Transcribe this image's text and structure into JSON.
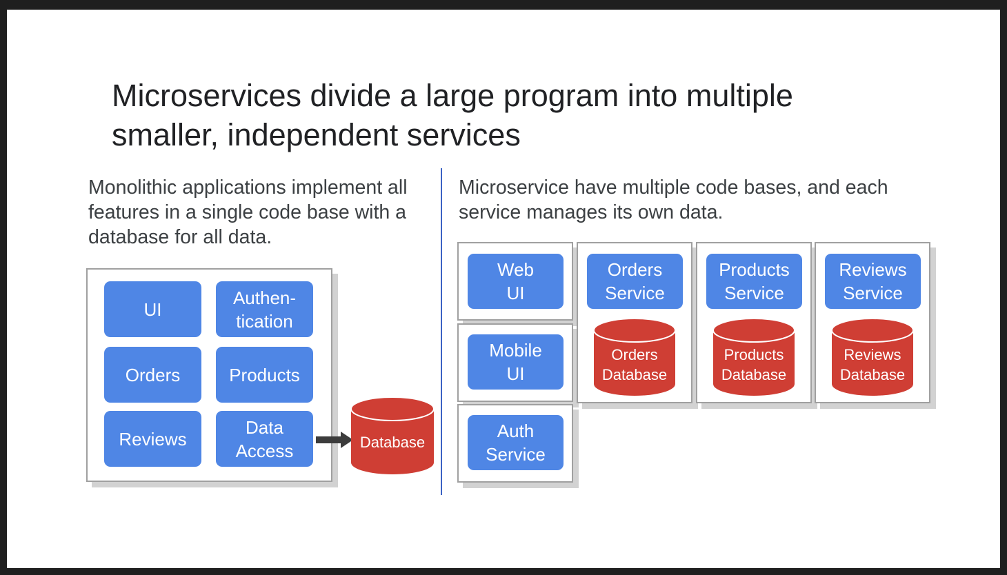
{
  "title": "Microservices divide a large program into multiple\nsmaller, independent services",
  "monolith": {
    "description": "Monolithic applications implement all features in a single code base with a database for all data.",
    "modules": [
      "UI",
      "Authen-\ntication",
      "Orders",
      "Products",
      "Reviews",
      "Data\nAccess"
    ],
    "database": "Database"
  },
  "microservices": {
    "description": "Microservice have multiple code bases, and each service manages its own data.",
    "clients": [
      "Web\nUI",
      "Mobile\nUI",
      "Auth\nService"
    ],
    "services": [
      {
        "name": "Orders\nService",
        "database": "Orders\nDatabase"
      },
      {
        "name": "Products\nService",
        "database": "Products\nDatabase"
      },
      {
        "name": "Reviews\nService",
        "database": "Reviews\nDatabase"
      }
    ]
  },
  "colors": {
    "module_blue": "#4f86e5",
    "database_red": "#cf3e34",
    "divider_blue": "#3b63c4"
  }
}
